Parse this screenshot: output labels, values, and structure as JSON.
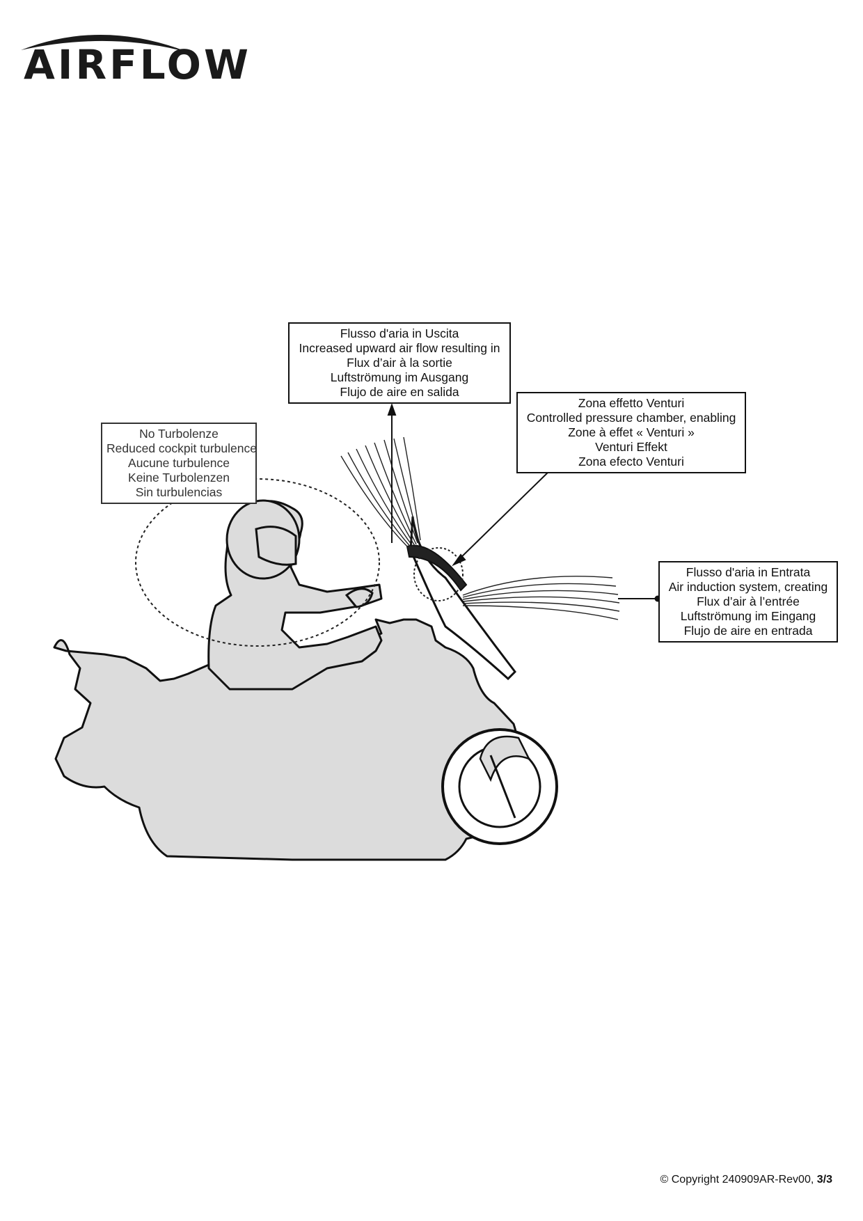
{
  "brand": {
    "logo_text": "AIRFLOW"
  },
  "callouts": {
    "outlet": {
      "lines": [
        "Flusso d'aria in Uscita",
        "Increased upward air flow resulting in",
        "Flux d’air à la sortie",
        "Luftströmung im Ausgang",
        "Flujo de aire en salida"
      ]
    },
    "no_turbulence": {
      "lines": [
        "No Turbolenze",
        "Reduced cockpit turbulence",
        "Aucune turbulence",
        "Keine Turbolenzen",
        "Sin turbulencias"
      ]
    },
    "venturi": {
      "lines": [
        "Zona effetto Venturi",
        "Controlled pressure chamber, enabling",
        "Zone à effet « Venturi »",
        "Venturi Effekt",
        "Zona efecto Venturi"
      ]
    },
    "inlet": {
      "lines": [
        "Flusso d'aria in Entrata",
        "Air induction system, creating",
        "Flux d’air à l’entrée",
        "Luftströmung im Eingang",
        "Flujo de aire en entrada"
      ]
    }
  },
  "footer": {
    "copyright": "© Copyright 240909AR-Rev00,",
    "page": "3/3"
  }
}
